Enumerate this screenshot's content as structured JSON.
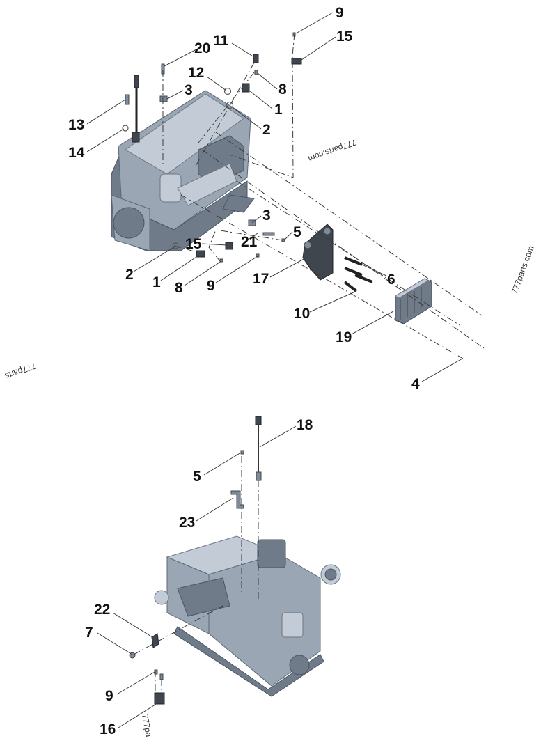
{
  "colors": {
    "engine": "#9aa6b4",
    "engine_shadow": "#6f7b89",
    "bracket": "#3f464e",
    "callout_text": "#111111"
  },
  "watermarks": [
    "777parts.com",
    "777parts.com",
    "777parts",
    "777pa"
  ],
  "callouts": {
    "c9_top": "9",
    "c15_top": "15",
    "c11": "11",
    "c20": "20",
    "c12": "12",
    "c8_top": "8",
    "c3_top": "3",
    "c1_top": "1",
    "c13": "13",
    "c2_top": "2",
    "c14": "14",
    "c3_mid": "3",
    "c5_mid": "5",
    "c15_mid": "15",
    "c21": "21",
    "c2_low": "2",
    "c6": "6",
    "c1_low": "1",
    "c17": "17",
    "c8_low": "8",
    "c9_mid": "9",
    "c10": "10",
    "c19": "19",
    "c4": "4",
    "c18": "18",
    "c5_low": "5",
    "c23": "23",
    "c22": "22",
    "c7": "7",
    "c9_low": "9",
    "c16": "16"
  }
}
